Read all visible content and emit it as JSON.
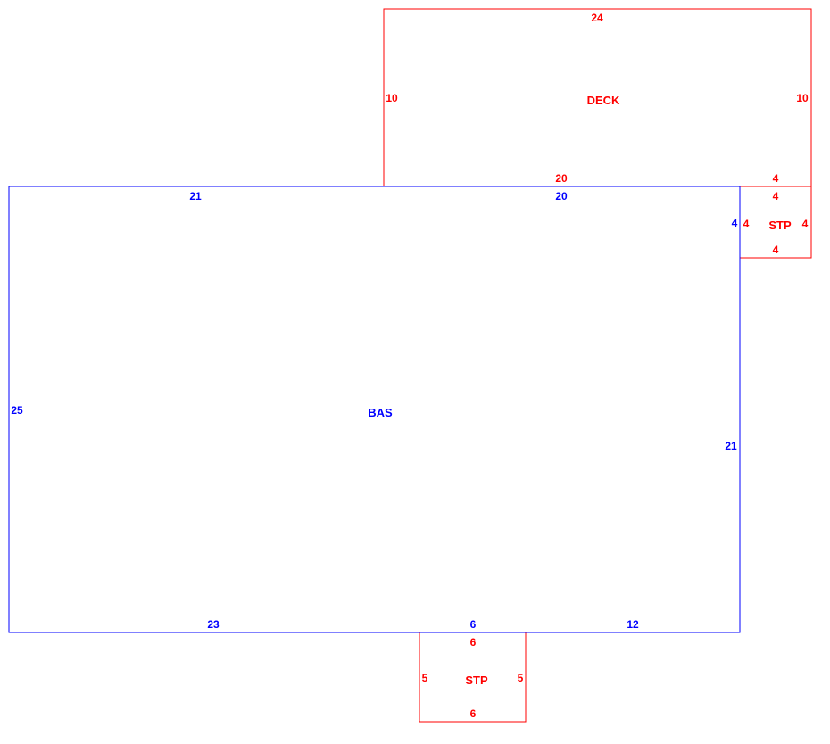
{
  "colors": {
    "bas": "#0000ff",
    "addition": "#ff0000",
    "background": "#ffffff"
  },
  "areas": {
    "deck": {
      "name": "DECK",
      "dims": {
        "top": "24",
        "left": "10",
        "right": "10",
        "bottom_main": "20",
        "bottom_right": "4"
      }
    },
    "bas": {
      "name": "BAS",
      "dims": {
        "top_left": "21",
        "top_right": "20",
        "left": "25",
        "right_upper": "4",
        "right_lower": "21",
        "bottom_left": "23",
        "bottom_mid": "6",
        "bottom_right": "12"
      }
    },
    "stp_right": {
      "name": "STP",
      "dims": {
        "top": "4",
        "left": "4",
        "right": "4",
        "bottom": "4"
      }
    },
    "stp_bottom": {
      "name": "STP",
      "dims": {
        "top": "6",
        "left": "5",
        "right": "5",
        "bottom": "6"
      }
    }
  }
}
